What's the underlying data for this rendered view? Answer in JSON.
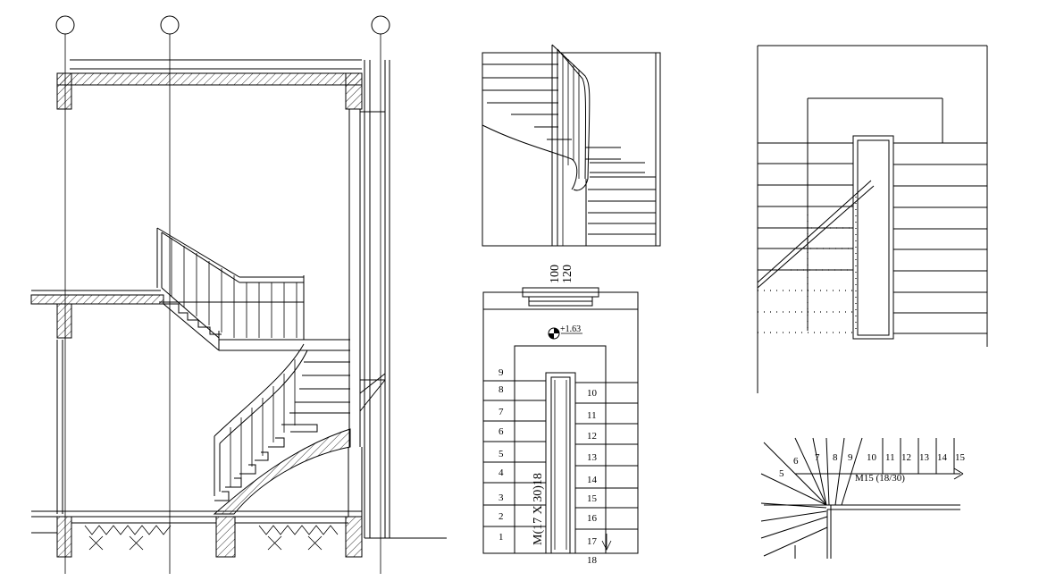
{
  "plan": {
    "dim_top": "100",
    "dim_bottom": "120",
    "level": "+1.63",
    "stair_label": "M(17 X 30)18",
    "steps_left": [
      "9",
      "8",
      "7",
      "6",
      "5",
      "4",
      "3",
      "2",
      "1"
    ],
    "steps_right": [
      "10",
      "11",
      "12",
      "13",
      "14",
      "15",
      "16",
      "17",
      "18"
    ]
  },
  "detail": {
    "spec": "M15 (18/30)",
    "winder_nums": [
      "5",
      "6",
      "7",
      "8",
      "9",
      "10",
      "11",
      "12",
      "13",
      "14",
      "15"
    ]
  },
  "hatch_color": "#000000"
}
